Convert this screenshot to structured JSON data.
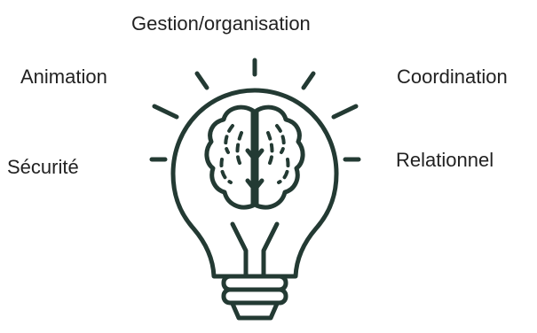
{
  "labels": {
    "top": "Gestion/organisation",
    "left_upper": "Animation",
    "left_lower": "Sécurité",
    "right_upper": "Coordination",
    "right_lower": "Relationnel"
  },
  "colors": {
    "stroke": "#233a33",
    "text": "#222222",
    "background": "#ffffff"
  },
  "icons": {
    "center": "lightbulb-brain-icon"
  }
}
